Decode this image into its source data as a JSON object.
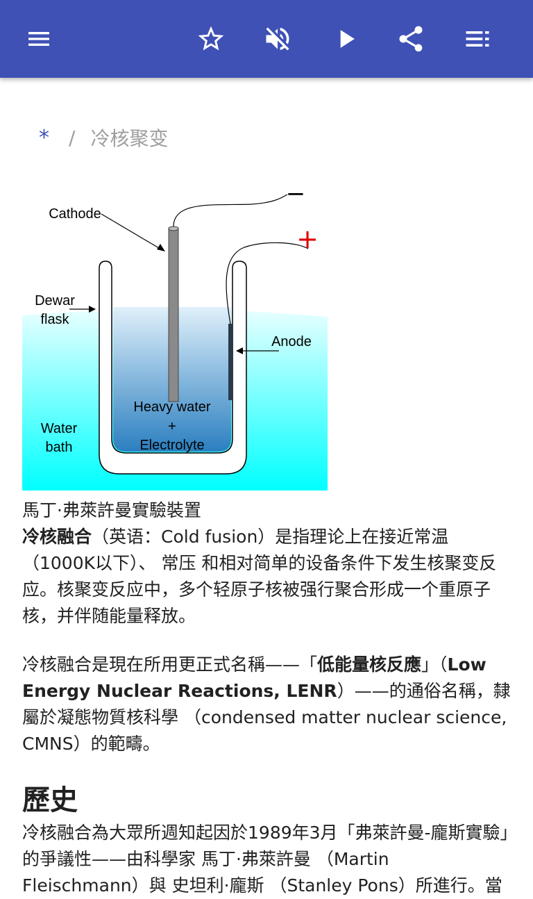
{
  "toolbar": {
    "icons": [
      "menu-icon",
      "star-outline-icon",
      "volume-off-icon",
      "play-icon",
      "share-icon",
      "playlist-icon"
    ]
  },
  "breadcrumb": {
    "root": "*",
    "separator": "/",
    "current": "冷核聚变"
  },
  "figure": {
    "labels": {
      "cathode": "Cathode",
      "dewar_1": "Dewar",
      "dewar_2": "flask",
      "anode": "Anode",
      "heavy_water": "Heavy water",
      "plus_text": "+",
      "electrolyte": "Electrolyte",
      "water_1": "Water",
      "water_2": "bath",
      "minus": "−",
      "plus": "+"
    },
    "colors": {
      "bath": "#00ffff",
      "electrolyte": "#2b7fc0",
      "plus": "#e00000"
    }
  },
  "caption": "馬丁·弗萊許曼實驗裝置",
  "para1": {
    "bold": "冷核融合",
    "text": "（英语：Cold fusion）是指理论上在接近常温（1000K以下）、 常压 和相对简单的设备条件下发生核聚变反应。核聚变反应中，多个轻原子核被强行聚合形成一个重原子核，并伴随能量释放。"
  },
  "para2": {
    "t1": "冷核融合是現在所用更正式名稱——「",
    "b1": "低能量核反應",
    "t2": "」（",
    "b2": "Low Energy Nuclear Reactions, LENR",
    "t3": "）——的通俗名稱，隸屬於凝態物質核科學 （condensed matter nuclear science, CMNS）的範疇。"
  },
  "section": {
    "heading": "歷史",
    "text": "冷核融合為大眾所週知起因於1989年3月「弗萊許曼-龐斯實驗」的爭議性——由科學家 馬丁·弗萊許曼 （Martin Fleischmann）與 史坦利·龐斯 （Stanley Pons）所進行。當"
  }
}
